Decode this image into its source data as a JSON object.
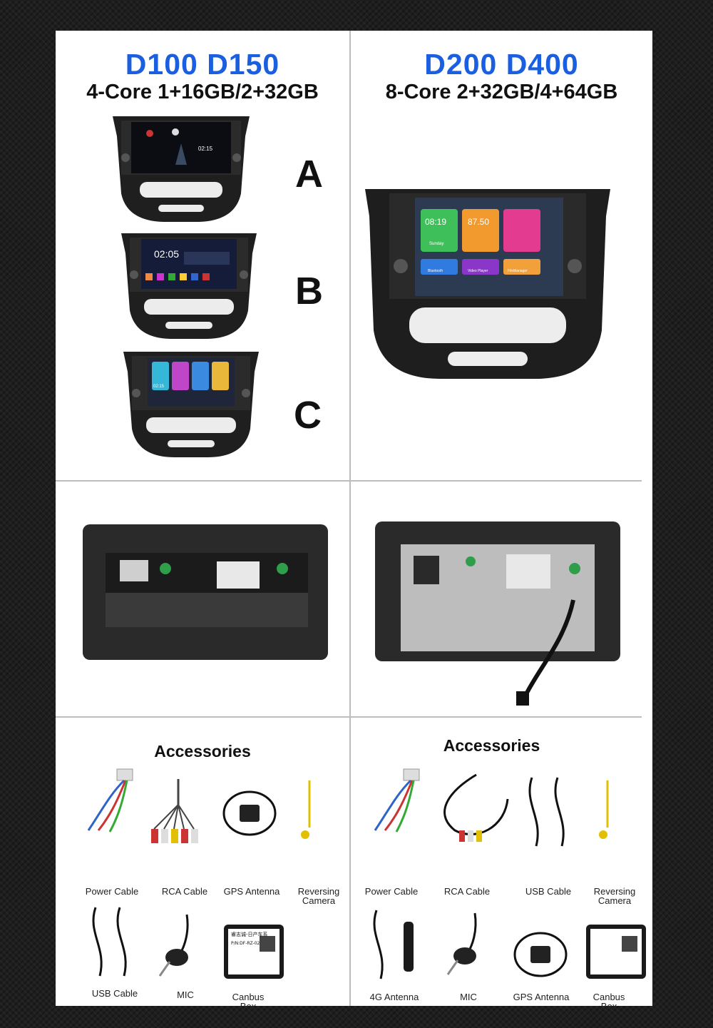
{
  "left": {
    "models": "D100 D150",
    "spec": "4-Core 1+16GB/2+32GB",
    "variants": [
      "A",
      "B",
      "C"
    ],
    "screen_a": {
      "time": "02:15"
    },
    "screen_b": {
      "time": "02:05"
    },
    "screen_c": {
      "time": "02:15"
    }
  },
  "right": {
    "models": "D200 D400",
    "spec": "8-Core 2+32GB/4+64GB",
    "screen": {
      "time": "08:19",
      "radio": "87.50",
      "day": "Sunday",
      "apps": [
        "Bluetooth",
        "Video Player",
        "FileManager"
      ]
    }
  },
  "accessories_left": {
    "title": "Accessories",
    "items": [
      "Power Cable",
      "RCA Cable",
      "GPS Antenna",
      "Reversing Camera",
      "USB Cable",
      "MIC",
      "Canbus Box"
    ]
  },
  "accessories_right": {
    "title": "Accessories",
    "items": [
      "Power Cable",
      "RCA Cable",
      "USB Cable",
      "Reversing Camera",
      "4G Antenna",
      "MIC",
      "GPS Antenna",
      "Canbus Box"
    ]
  },
  "canbus_label": {
    "line1": "睿志诚-日产车系",
    "line2": "P/N:DF-RZ-02"
  },
  "colors": {
    "title_blue": "#1a5fe0",
    "panel": "#ffffff",
    "background": "#1e1e1e"
  }
}
